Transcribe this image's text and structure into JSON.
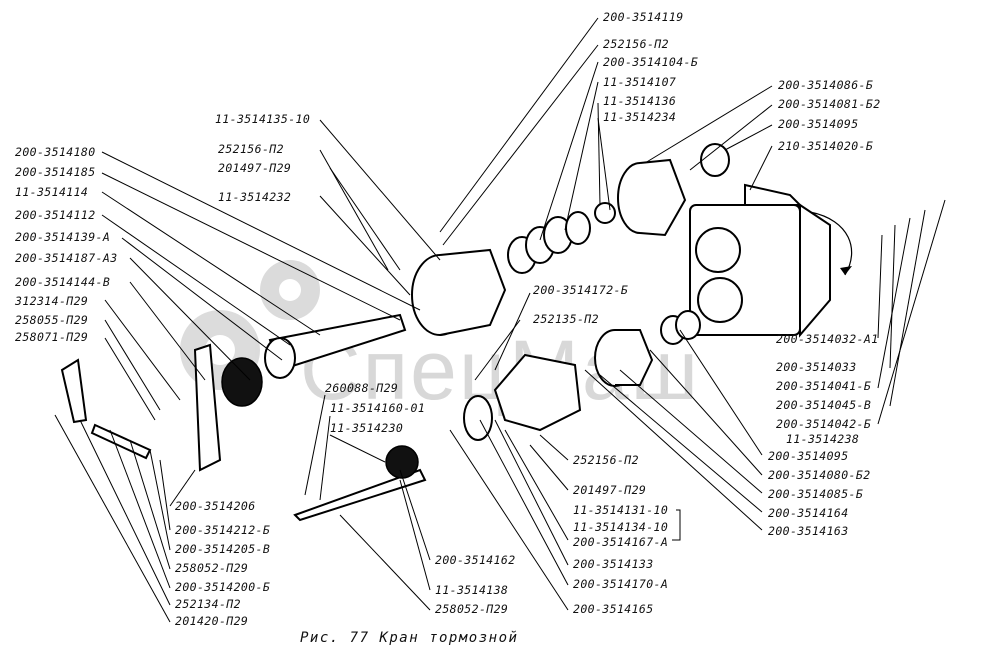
{
  "caption": "Рис. 77 Кран тормозной",
  "watermark": "СпецМаш",
  "colors": {
    "ink": "#111111",
    "watermark": "#b9b9b9",
    "background": "#ffffff"
  },
  "labels": [
    "200-3514119",
    "252156-П2",
    "200-3514104-Б",
    "11-3514107",
    "11-3514136",
    "11-3514234",
    "200-3514086-Б",
    "200-3514081-Б2",
    "200-3514095",
    "210-3514020-Б",
    "11-3514135-10",
    "252156-П2",
    "201497-П29",
    "11-3514232",
    "200-3514180",
    "200-3514185",
    "11-3514114",
    "200-3514112",
    "200-3514139-А",
    "200-3514187-А3",
    "200-3514144-В",
    "312314-П29",
    "258055-П29",
    "258071-П29",
    "200-3514172-Б",
    "252135-П2",
    "260088-П29",
    "11-3514160-01",
    "11-3514230",
    "200-3514032-А1",
    "200-3514033",
    "200-3514041-Б",
    "200-3514045-В",
    "200-3514042-Б",
    "11-3514238",
    "200-3514095",
    "200-3514080-Б2",
    "200-3514085-Б",
    "200-3514164",
    "200-3514163",
    "252156-П2",
    "201497-П29",
    "11-3514131-10",
    "11-3514134-10",
    "200-3514167-А",
    "200-3514133",
    "200-3514170-А",
    "200-3514165",
    "200-3514162",
    "11-3514138",
    "258052-П29",
    "200-3514206",
    "200-3514212-Б",
    "200-3514205-В",
    "258052-П29",
    "200-3514200-Б",
    "252134-П2",
    "201420-П29"
  ]
}
